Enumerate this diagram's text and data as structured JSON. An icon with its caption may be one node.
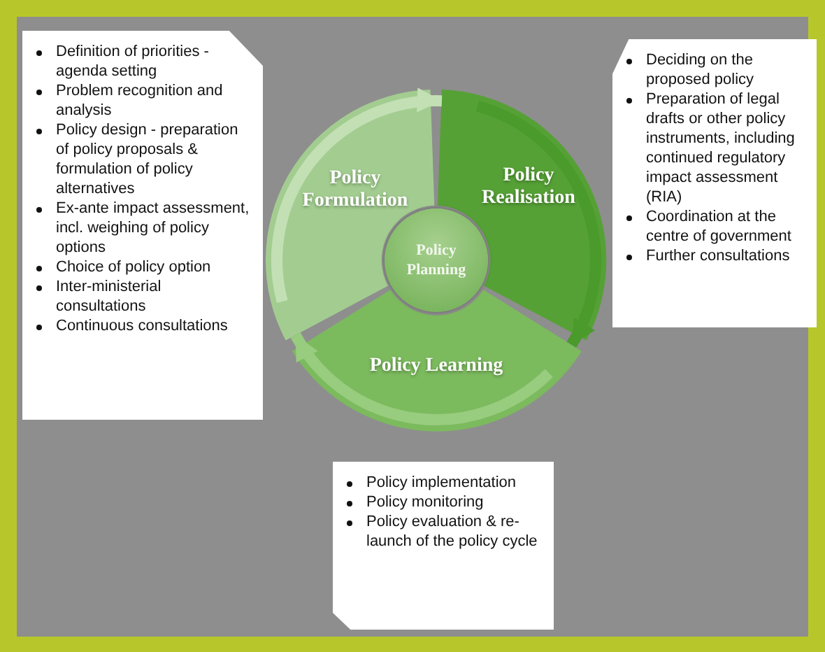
{
  "diagram": {
    "nodes": [
      {
        "text": [
          "Policy Formulation"
        ]
      },
      {
        "text": [
          "Policy Realisation"
        ]
      },
      {
        "text": [
          "Policy Learning"
        ]
      },
      {
        "text": [
          "Policy Planning"
        ]
      },
      {
        "text": [
          "Definition of priorities - agenda setting",
          "Problem recognition and analysis",
          "Policy design - preparation of policy proposals & formulation of policy alternatives",
          "Ex-ante impact assessment, incl. weighing of policy options",
          "Choice of policy option",
          "Inter-ministerial consultations",
          "Continuous consultations"
        ]
      },
      {
        "text": [
          "Deciding on the proposed policy",
          "Preparation of legal drafts or other policy instruments, including continued regulatory impact assessment (RIA)",
          "Coordination at the centre of government",
          "Further consultations"
        ]
      },
      {
        "text": [
          "Policy implementation",
          "Policy monitoring",
          "Policy evaluation & re-launch of the policy cycle"
        ]
      }
    ],
    "edges": [
      {
        "from": 0,
        "to": 1,
        "arrow": "to",
        "color": "#c3e0b5"
      },
      {
        "from": 1,
        "to": 2,
        "arrow": "to",
        "color": "#4a9a2c"
      },
      {
        "from": 2,
        "to": 0,
        "arrow": "to",
        "color": "#98cc7e"
      }
    ]
  }
}
